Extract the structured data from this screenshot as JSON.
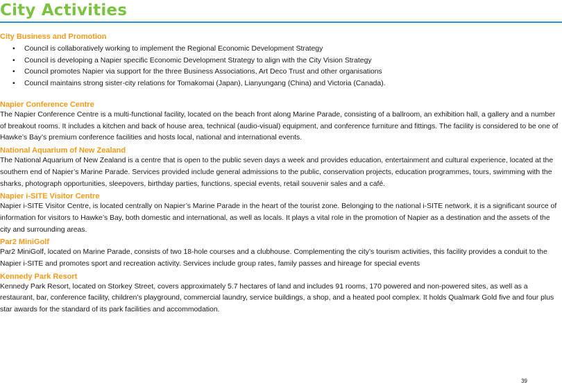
{
  "page": {
    "title": "City Activities",
    "page_number": "39"
  },
  "colors": {
    "title": "#7cc242",
    "rule": "#2f8fd8",
    "heading": "#f39a1e",
    "text": "#1a1a1a"
  },
  "sections": {
    "business": {
      "heading": "City Business and Promotion",
      "bullets": [
        "Council is collaboratively working to implement the Regional Economic Development Strategy",
        "Council is developing a Napier specific Economic Development Strategy to align with the City Vision Strategy",
        "Council promotes Napier via support for the three Business Associations, Art Deco Trust and other organisations",
        "Council maintains strong sister-city relations for Tomakomai (Japan), Lianyungang (China) and Victoria (Canada)."
      ]
    },
    "conference": {
      "heading": "Napier Conference Centre",
      "text": "The Napier Conference Centre is a multi-functional facility, located on the beach front along Marine Parade, consisting of a ballroom, an exhibition hall, a gallery and a number of breakout rooms. It includes a kitchen and back of house area, technical (audio-visual) equipment, and conference furniture and fittings. The facility is considered to be one of Hawke’s Bay’s premium conference facilities and hosts local, national and international events."
    },
    "aquarium": {
      "heading": "National Aquarium of New Zealand",
      "text": "The National Aquarium of New Zealand is a centre that is open to the public seven days a week and provides education, entertainment and cultural experience, located at the southern end of Napier’s Marine Parade. Services provided include general admissions to the public, conservation projects, education programmes, tours, swimming with the sharks, photograph opportunities, sleepovers, birthday parties, functions, special events, retail souvenir sales and a café."
    },
    "isite": {
      "heading": "Napier i-SITE Visitor Centre",
      "text": "Napier i-SITE Visitor Centre, is located centrally on Napier’s Marine Parade in the heart of the tourist zone. Belonging to the national i-SITE network, it is a significant source of information for visitors to Hawke’s Bay, both domestic and international, as well as locals. It plays a vital role in the promotion of Napier as a destination and the assets of the city and surrounding areas."
    },
    "minigolf": {
      "heading": "Par2 MiniGolf",
      "text": "Par2 MiniGolf, located on Marine Parade, consists of two 18-hole courses and a clubhouse. Complementing the city’s tourism activities, this facility provides a conduit to the Napier i-SITE and promotes sport and recreation activity. Services include group rates, family passes and hireage for special events"
    },
    "kennedy": {
      "heading": "Kennedy Park Resort",
      "text": "Kennedy Park Resort, located on Storkey Street, covers approximately 5.7 hectares of land and includes 91 rooms, 170 powered and non-powered sites, as well as a restaurant, bar, conference facility, children’s playground, commercial laundry, service buildings, a shop, and a heated pool complex. It holds Qualmark Gold five and four plus star awards for the standard of its park facilities and accommodation."
    }
  }
}
